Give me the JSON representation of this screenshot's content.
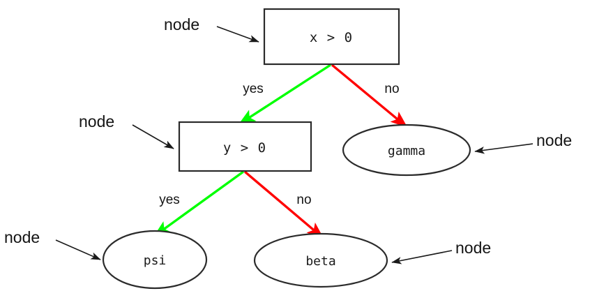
{
  "diagram": {
    "type": "decision-tree",
    "background_color": "#ffffff",
    "outline_color": "#2b2b2b",
    "yes_color": "#00ff00",
    "no_color": "#ff0000",
    "annotation_color": "#1a1a1a",
    "decision_nodes": [
      {
        "id": "root",
        "label": "x > 0",
        "shape": "rectangle"
      },
      {
        "id": "second",
        "label": "y > 0",
        "shape": "rectangle"
      }
    ],
    "leaf_nodes": [
      {
        "id": "gamma",
        "label": "gamma",
        "shape": "ellipse"
      },
      {
        "id": "psi",
        "label": "psi",
        "shape": "ellipse"
      },
      {
        "id": "beta",
        "label": "beta",
        "shape": "ellipse"
      }
    ],
    "edges": [
      {
        "from": "root",
        "to": "second",
        "label": "yes",
        "color": "#00ff00"
      },
      {
        "from": "root",
        "to": "gamma",
        "label": "no",
        "color": "#ff0000"
      },
      {
        "from": "second",
        "to": "psi",
        "label": "yes",
        "color": "#00ff00"
      },
      {
        "from": "second",
        "to": "beta",
        "label": "no",
        "color": "#ff0000"
      }
    ],
    "annotations": [
      {
        "id": "annot-root",
        "label": "node",
        "points_to": "root"
      },
      {
        "id": "annot-second",
        "label": "node",
        "points_to": "second"
      },
      {
        "id": "annot-gamma",
        "label": "node",
        "points_to": "gamma"
      },
      {
        "id": "annot-psi",
        "label": "node",
        "points_to": "psi"
      },
      {
        "id": "annot-beta",
        "label": "node",
        "points_to": "beta"
      }
    ]
  }
}
